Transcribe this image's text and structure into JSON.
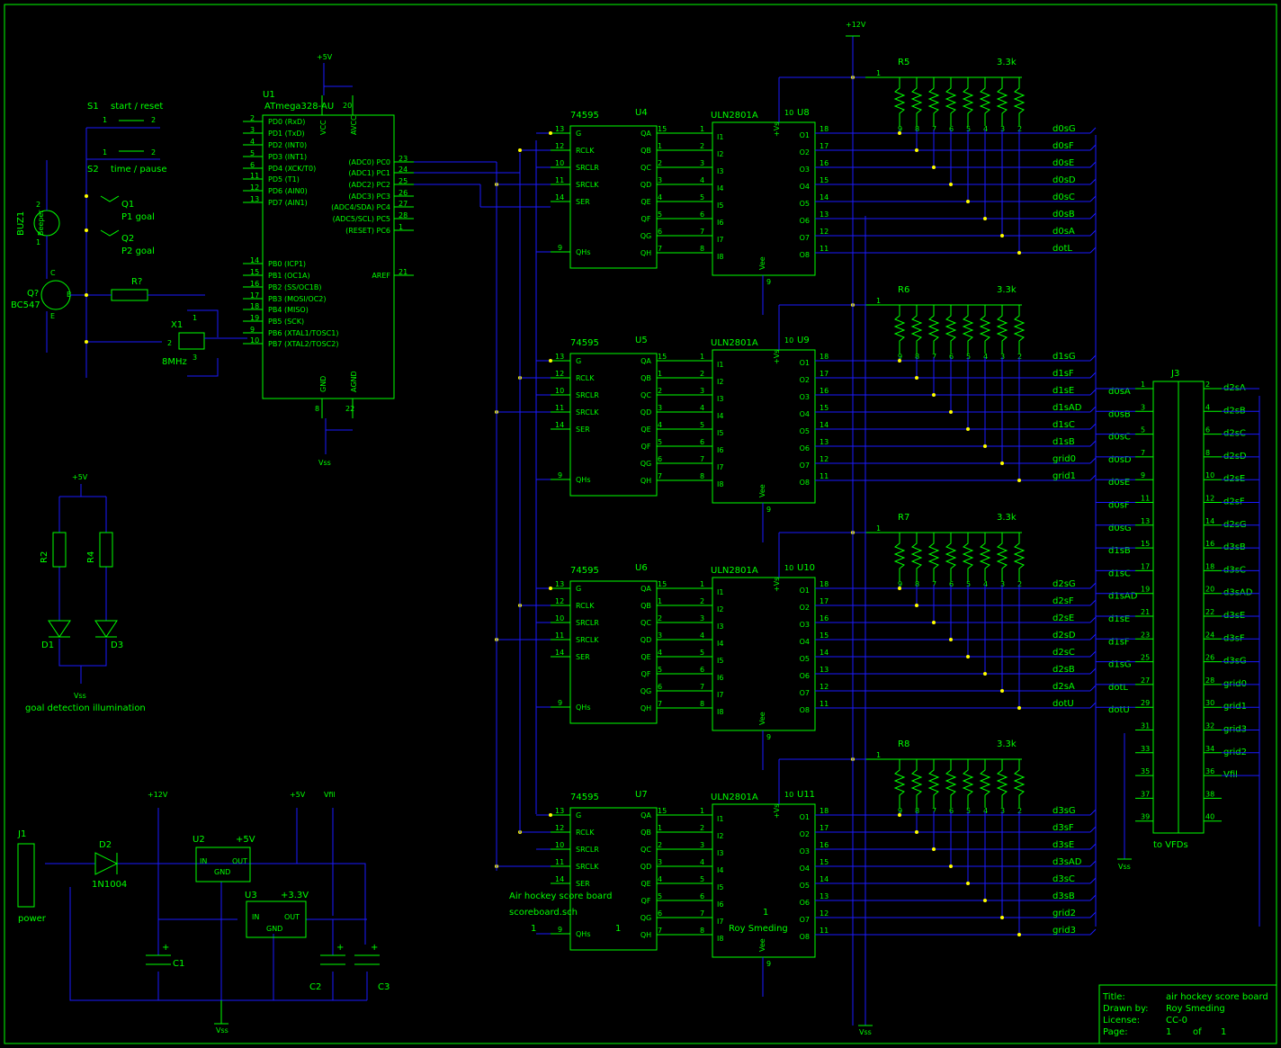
{
  "title_block": {
    "title_label": "Title:",
    "title_value": "air hockey score board",
    "drawn_label": "Drawn by:",
    "drawn_value": "Roy Smeding",
    "license_label": "License:",
    "license_value": "CC-0",
    "page_label": "Page:",
    "page_value": "1",
    "page_of": "of",
    "page_total": "1"
  },
  "sheet": {
    "name": "Air hockey score board",
    "file": "scoreboard.sch",
    "author": "Roy Smeding",
    "n1": "1",
    "n2": "1",
    "n3": "1"
  },
  "mcu": {
    "ref": "U1",
    "part": "ATmega328-AU",
    "left_pins": [
      {
        "pin": "2",
        "name": "PD0 (RxD)"
      },
      {
        "pin": "3",
        "name": "PD1 (TxD)"
      },
      {
        "pin": "4",
        "name": "PD2 (INT0)"
      },
      {
        "pin": "5",
        "name": "PD3 (INT1)"
      },
      {
        "pin": "6",
        "name": "PD4 (XCK/T0)"
      },
      {
        "pin": "11",
        "name": "PD5 (T1)"
      },
      {
        "pin": "12",
        "name": "PD6 (AIN0)"
      },
      {
        "pin": "13",
        "name": "PD7 (AIN1)"
      },
      {
        "pin": "14",
        "name": "PB0 (ICP1)"
      },
      {
        "pin": "15",
        "name": "PB1 (OC1A)"
      },
      {
        "pin": "16",
        "name": "PB2 (SS/OC1B)"
      },
      {
        "pin": "17",
        "name": "PB3 (MOSI/OC2)"
      },
      {
        "pin": "18",
        "name": "PB4 (MISO)"
      },
      {
        "pin": "19",
        "name": "PB5 (SCK)"
      },
      {
        "pin": "9",
        "name": "PB6 (XTAL1/TOSC1)"
      },
      {
        "pin": "10",
        "name": "PB7 (XTAL2/TOSC2)"
      }
    ],
    "right_pins": [
      {
        "pin": "23",
        "name": "(ADC0) PC0"
      },
      {
        "pin": "24",
        "name": "(ADC1) PC1"
      },
      {
        "pin": "25",
        "name": "(ADC2) PC2"
      },
      {
        "pin": "26",
        "name": "(ADC3) PC3"
      },
      {
        "pin": "27",
        "name": "(ADC4/SDA) PC4"
      },
      {
        "pin": "28",
        "name": "(ADC5/SCL) PC5"
      },
      {
        "pin": "1",
        "name": "(RESET) PC6"
      },
      {
        "pin": "21",
        "name": "AREF"
      }
    ],
    "top_pins": [
      {
        "pin": "20",
        "name": "VCC"
      },
      {
        "pin": "20",
        "name": "AVCC"
      }
    ],
    "bottom_pins": [
      {
        "pin": "8",
        "name": "GND"
      },
      {
        "pin": "22",
        "name": "AGND"
      }
    ]
  },
  "power_labels": {
    "p5v": "+5V",
    "p12v": "+12V",
    "vss": "Vss",
    "vfil": "Vfil",
    "p3v3": "+3.3V"
  },
  "switches": {
    "s1": "S1",
    "s1_label": "start / reset",
    "s2": "S2",
    "s2_label": "time / pause",
    "p1": "1",
    "p2": "2"
  },
  "opto": {
    "q1": "Q1",
    "q1_label": "P1 goal",
    "q2": "Q2",
    "q2_label": "P2 goal"
  },
  "buzzer": {
    "ref": "BUZ1",
    "label": "Beeper",
    "p1": "1",
    "p2": "2"
  },
  "transistor": {
    "ref": "Q?",
    "part": "BC547",
    "b": "B",
    "c": "C",
    "e": "E",
    "r": "R?"
  },
  "crystal": {
    "ref": "X1",
    "value": "8MHz",
    "p1": "1",
    "p2": "2",
    "p3": "3"
  },
  "illumination": {
    "r2": "R2",
    "r4": "R4",
    "d1": "D1",
    "d3": "D3",
    "caption": "goal detection illumination"
  },
  "psu": {
    "j1": "J1",
    "j1_label": "power",
    "d2": "D2",
    "d2_part": "1N1004",
    "u2": "U2",
    "u3": "U3",
    "in": "IN",
    "out": "OUT",
    "gnd": "GND",
    "c1": "C1",
    "c2": "C2",
    "c3": "C3",
    "plus": "+"
  },
  "shift": {
    "part": "74595",
    "refs": [
      "U4",
      "U5",
      "U6",
      "U7"
    ],
    "left": [
      {
        "pin": "13",
        "name": "G"
      },
      {
        "pin": "12",
        "name": "RCLK"
      },
      {
        "pin": "10",
        "name": "SRCLR"
      },
      {
        "pin": "11",
        "name": "SRCLK"
      },
      {
        "pin": "14",
        "name": "SER"
      }
    ],
    "qhs": {
      "pin": "9",
      "name": "QHs"
    },
    "right": [
      {
        "pin": "15",
        "name": "QA"
      },
      {
        "pin": "1",
        "name": "QB"
      },
      {
        "pin": "2",
        "name": "QC"
      },
      {
        "pin": "3",
        "name": "QD"
      },
      {
        "pin": "4",
        "name": "QE"
      },
      {
        "pin": "5",
        "name": "QF"
      },
      {
        "pin": "6",
        "name": "QG"
      },
      {
        "pin": "7",
        "name": "QH"
      }
    ]
  },
  "driver": {
    "part": "ULN2801A",
    "refs": [
      "U8",
      "U9",
      "U10",
      "U11"
    ],
    "in_pins": [
      "1",
      "2",
      "3",
      "4",
      "5",
      "6",
      "7",
      "8"
    ],
    "in_names": [
      "I1",
      "I2",
      "I3",
      "I4",
      "I5",
      "I6",
      "I7",
      "I8"
    ],
    "out_pins": [
      "18",
      "17",
      "16",
      "15",
      "14",
      "13",
      "12",
      "11"
    ],
    "out_names": [
      "O1",
      "O2",
      "O3",
      "O4",
      "O5",
      "O6",
      "O7",
      "O8"
    ],
    "vs": "+Vs",
    "vs_pin": "10",
    "vee": "Vee",
    "vee_pin": "9"
  },
  "rnets": {
    "refs": [
      "R5",
      "R6",
      "R7",
      "R8"
    ],
    "value": "3.3k",
    "common_pin": "1",
    "pins": [
      "9",
      "8",
      "7",
      "6",
      "5",
      "4",
      "3",
      "2"
    ]
  },
  "net_groups": [
    [
      "d0sG",
      "d0sF",
      "d0sE",
      "d0sD",
      "d0sC",
      "d0sB",
      "d0sA",
      "dotL"
    ],
    [
      "d1sG",
      "d1sF",
      "d1sE",
      "d1sAD",
      "d1sC",
      "d1sB",
      "grid0",
      "grid1"
    ],
    [
      "d2sG",
      "d2sF",
      "d2sE",
      "d2sD",
      "d2sC",
      "d2sB",
      "d2sA",
      "dotU"
    ],
    [
      "d3sG",
      "d3sF",
      "d3sE",
      "d3sAD",
      "d3sC",
      "d3sB",
      "grid2",
      "grid3"
    ]
  ],
  "connector": {
    "ref": "J3",
    "caption": "to VFDs",
    "rows": [
      {
        "lp": "1",
        "ln": "d0sA",
        "rp": "2",
        "rn": "d2sA"
      },
      {
        "lp": "3",
        "ln": "d0sB",
        "rp": "4",
        "rn": "d2sB"
      },
      {
        "lp": "5",
        "ln": "d0sC",
        "rp": "6",
        "rn": "d2sC"
      },
      {
        "lp": "7",
        "ln": "d0sD",
        "rp": "8",
        "rn": "d2sD"
      },
      {
        "lp": "9",
        "ln": "d0sE",
        "rp": "10",
        "rn": "d2sE"
      },
      {
        "lp": "11",
        "ln": "d0sF",
        "rp": "12",
        "rn": "d2sF"
      },
      {
        "lp": "13",
        "ln": "d0sG",
        "rp": "14",
        "rn": "d2sG"
      },
      {
        "lp": "15",
        "ln": "d1sB",
        "rp": "16",
        "rn": "d3sB"
      },
      {
        "lp": "17",
        "ln": "d1sC",
        "rp": "18",
        "rn": "d3sC"
      },
      {
        "lp": "19",
        "ln": "d1sAD",
        "rp": "20",
        "rn": "d3sAD"
      },
      {
        "lp": "21",
        "ln": "d1sE",
        "rp": "22",
        "rn": "d3sE"
      },
      {
        "lp": "23",
        "ln": "d1sF",
        "rp": "24",
        "rn": "d3sF"
      },
      {
        "lp": "25",
        "ln": "d1sG",
        "rp": "26",
        "rn": "d3sG"
      },
      {
        "lp": "27",
        "ln": "dotL",
        "rp": "28",
        "rn": "grid0"
      },
      {
        "lp": "29",
        "ln": "dotU",
        "rp": "30",
        "rn": "grid1"
      },
      {
        "lp": "31",
        "ln": "",
        "rp": "32",
        "rn": "grid3"
      },
      {
        "lp": "33",
        "ln": "",
        "rp": "34",
        "rn": "grid2"
      },
      {
        "lp": "35",
        "ln": "",
        "rp": "36",
        "rn": "Vfil"
      },
      {
        "lp": "37",
        "ln": "",
        "rp": "38",
        "rn": ""
      },
      {
        "lp": "39",
        "ln": "",
        "rp": "40",
        "rn": ""
      }
    ]
  },
  "colors": {
    "wire": "#1a1aff",
    "part": "#00ff00",
    "junction": "#ffff00",
    "background": "#000000"
  }
}
